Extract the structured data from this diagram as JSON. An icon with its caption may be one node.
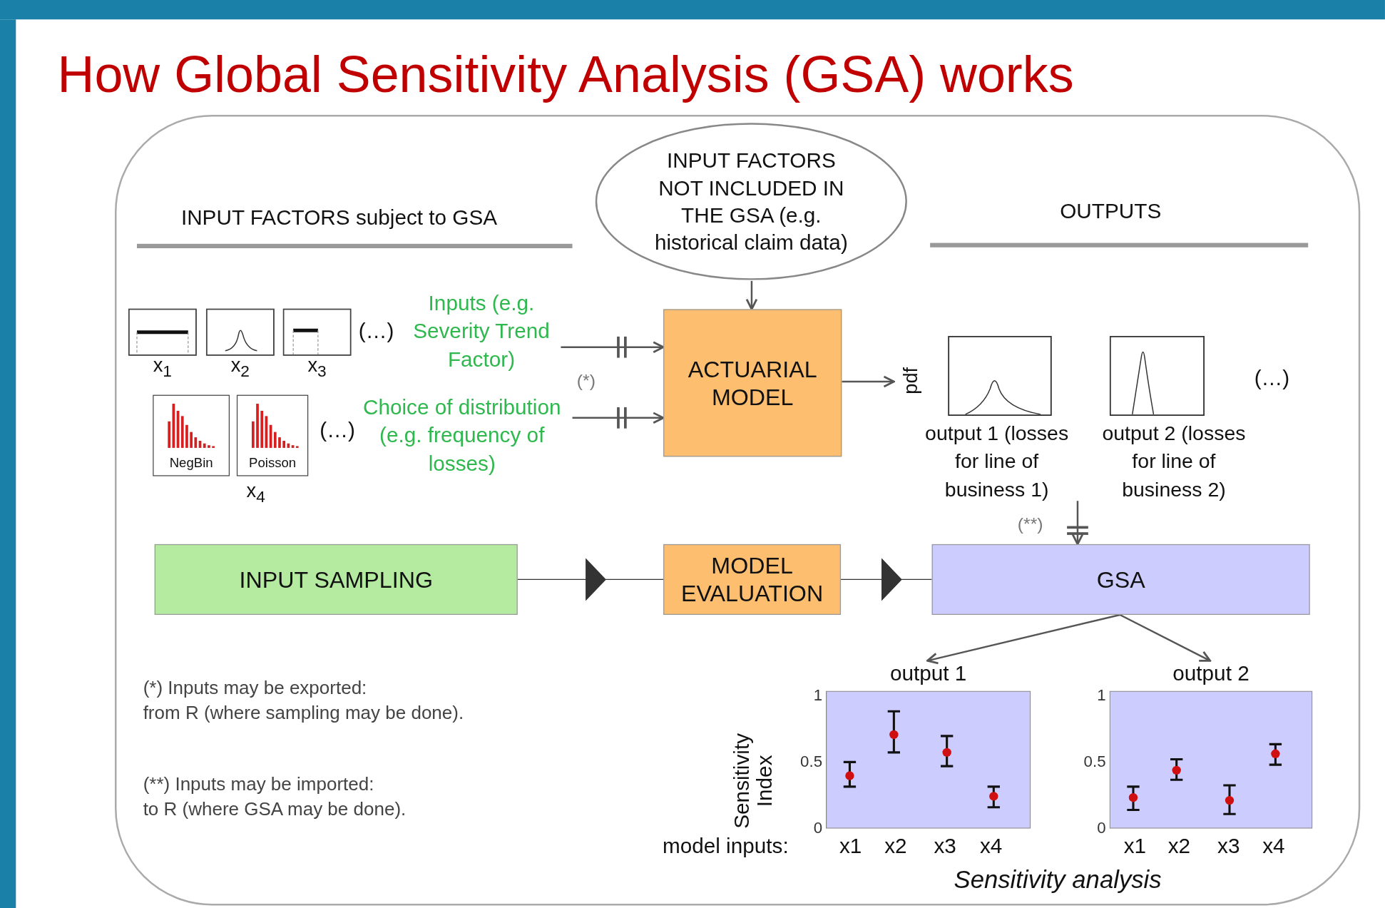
{
  "diagram": {
    "title": "How Global Sensitivity Analysis (GSA) works",
    "nodes": [
      {
        "text": [
          "INPUT FACTORS NOT INCLUDED IN THE GSA (e.g. historical claim data)"
        ]
      },
      {
        "text": [
          "x$_{1}$"
        ]
      },
      {
        "text": [
          "x$_{2}$"
        ]
      },
      {
        "text": [
          "x$_{3}$"
        ]
      },
      {
        "text": [
          "Inputs (e.g. Severity Trend Factor)"
        ]
      },
      {
        "text": [
          "ACTUARIAL MODEL"
        ]
      },
      {
        "text": [
          "output 1 (losses for line of business 1)"
        ],
        "beside": [
          "pdf"
        ]
      },
      {
        "text": [
          "output 2 (losses for line of business 2)"
        ]
      },
      {
        "text": [
          "NegBin"
        ]
      },
      {
        "text": [
          "Poisson"
        ]
      },
      {
        "text": [
          "Choice of distribution (e.g. frequency of losses)"
        ]
      },
      {
        "text": [
          "INPUT SAMPLING"
        ]
      },
      {
        "text": [
          "MODEL EVALUATION"
        ]
      },
      {
        "text": [
          "GSA"
        ]
      },
      {
        "text": [
          "output 1"
        ],
        "beside": [
          "1",
          "0.5",
          "0",
          "x1",
          "x2",
          "x3",
          "x4"
        ]
      },
      {
        "text": [
          "output 2"
        ],
        "beside": [
          "1",
          "0.5",
          "0",
          "x1",
          "x2",
          "x3",
          "x4"
        ]
      }
    ],
    "edges": [
      {
        "from": 0,
        "to": 5,
        "arrow": "to"
      },
      {
        "from": 4,
        "to": 5,
        "arrow": "to"
      },
      {
        "from": 10,
        "to": 5,
        "arrow": "to"
      },
      {
        "from": 5,
        "to": 6,
        "arrow": "to"
      },
      {
        "from": 6,
        "to": 13,
        "arrow": "to",
        "label": "(**)"
      },
      {
        "from": 11,
        "to": 12,
        "arrow": "to"
      },
      {
        "from": 12,
        "to": 13,
        "arrow": "to"
      },
      {
        "from": 13,
        "to": 14,
        "arrow": "to"
      },
      {
        "from": 13,
        "to": 15,
        "arrow": "to"
      }
    ],
    "labels": [
      "INPUT FACTORS subject to GSA",
      "OUTPUTS",
      "(…)",
      "(…)",
      "x$_{4}$",
      "(*)",
      "(…)",
      "Sensitivity Index",
      "model inputs:",
      "Sensitivity analysis",
      "(*) Inputs may be exported:",
      "from R (where sampling may be done).",
      "(**) Inputs may be imported:",
      "to R (where GSA may be done)."
    ]
  }
}
